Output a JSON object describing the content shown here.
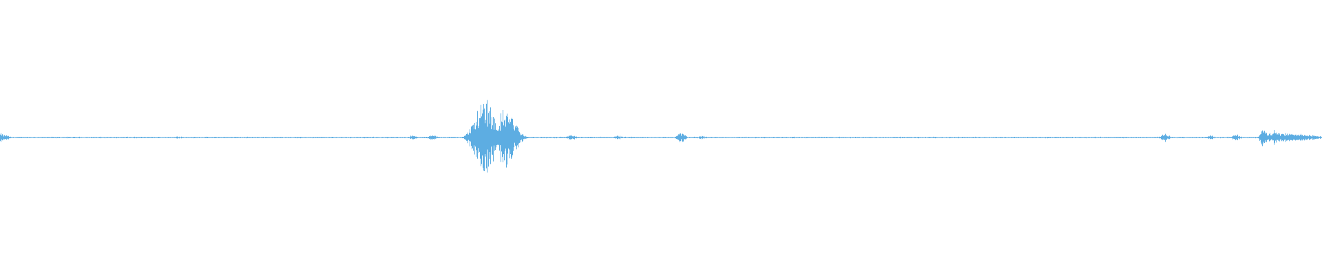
{
  "waveform": {
    "color": "#5DADE2",
    "background": "#FFFFFF",
    "peaks": [
      {
        "t": 0.0,
        "amp": 0.025
      },
      {
        "t": 0.004,
        "amp": 0.015
      },
      {
        "t": 0.135,
        "amp": 0.008
      },
      {
        "t": 0.312,
        "amp": 0.012
      },
      {
        "t": 0.327,
        "amp": 0.015
      },
      {
        "t": 0.365,
        "amp": 0.2
      },
      {
        "t": 0.367,
        "amp": 0.23
      },
      {
        "t": 0.371,
        "amp": 0.12
      },
      {
        "t": 0.383,
        "amp": 0.17
      },
      {
        "t": 0.386,
        "amp": 0.1
      },
      {
        "t": 0.391,
        "amp": 0.01
      },
      {
        "t": 0.432,
        "amp": 0.018
      },
      {
        "t": 0.467,
        "amp": 0.012
      },
      {
        "t": 0.515,
        "amp": 0.03
      },
      {
        "t": 0.531,
        "amp": 0.012
      },
      {
        "t": 0.881,
        "amp": 0.025
      },
      {
        "t": 0.916,
        "amp": 0.012
      },
      {
        "t": 0.935,
        "amp": 0.018
      },
      {
        "t": 0.956,
        "amp": 0.06
      },
      {
        "t": 0.965,
        "amp": 0.05
      },
      {
        "t": 0.985,
        "amp": 0.03
      },
      {
        "t": 1.0,
        "amp": 0.01
      }
    ],
    "baseline_amp": 0.004
  }
}
